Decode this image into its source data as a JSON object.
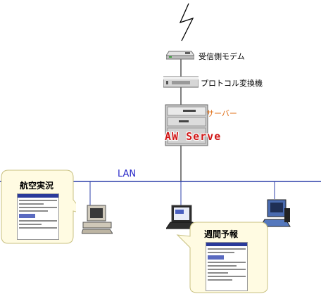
{
  "nodes": {
    "modem": "受信側モデム",
    "converter": "プロトコル変換機",
    "server": "サーバー",
    "server_badge": "AW Serve",
    "lan": "LAN"
  },
  "bubbles": {
    "left": "航空実況",
    "right": "週間予報"
  },
  "icons": [
    "lightning-icon",
    "modem-icon",
    "protocol-converter-icon",
    "server-icon",
    "desktop-pc-icon",
    "laptop-icon",
    "workstation-icon",
    "document-screen-icon"
  ]
}
